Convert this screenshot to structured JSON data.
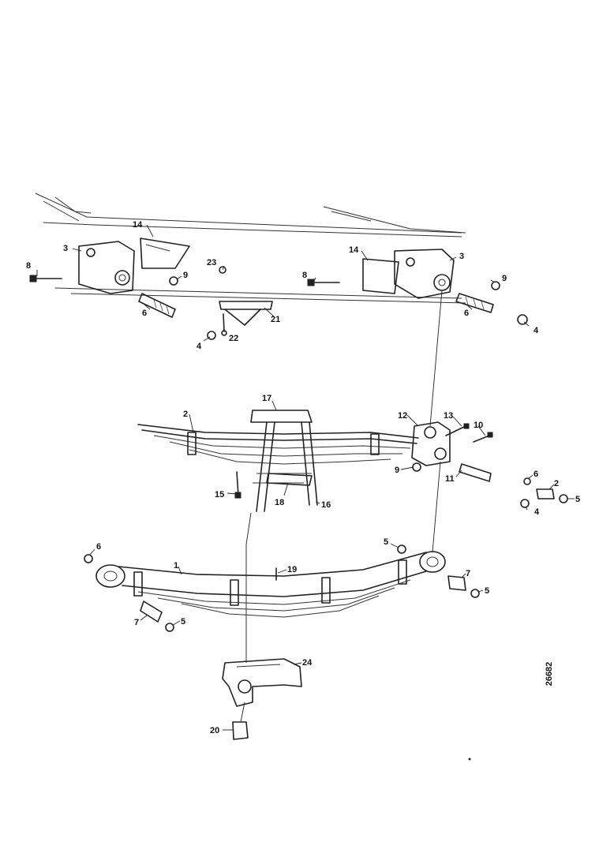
{
  "reference_code": "26682",
  "callouts": [
    {
      "id": "c-14a",
      "text": "14"
    },
    {
      "id": "c-3a",
      "text": "3"
    },
    {
      "id": "c-8a",
      "text": "8"
    },
    {
      "id": "c-9a",
      "text": "9"
    },
    {
      "id": "c-6a",
      "text": "6"
    },
    {
      "id": "c-4a",
      "text": "4"
    },
    {
      "id": "c-23",
      "text": "23"
    },
    {
      "id": "c-21",
      "text": "21"
    },
    {
      "id": "c-22",
      "text": "22"
    },
    {
      "id": "c-14b",
      "text": "14"
    },
    {
      "id": "c-3b",
      "text": "3"
    },
    {
      "id": "c-8b",
      "text": "8"
    },
    {
      "id": "c-9b",
      "text": "9"
    },
    {
      "id": "c-6b",
      "text": "6"
    },
    {
      "id": "c-4b",
      "text": "4"
    },
    {
      "id": "c-2a",
      "text": "2"
    },
    {
      "id": "c-17",
      "text": "17"
    },
    {
      "id": "c-12a",
      "text": "12"
    },
    {
      "id": "c-13",
      "text": "13"
    },
    {
      "id": "c-10",
      "text": "10"
    },
    {
      "id": "c-6c",
      "text": "6"
    },
    {
      "id": "c-2b",
      "text": "2"
    },
    {
      "id": "c-5a",
      "text": "5"
    },
    {
      "id": "c-11",
      "text": "11"
    },
    {
      "id": "c-4c",
      "text": "4"
    },
    {
      "id": "c-9c",
      "text": "9"
    },
    {
      "id": "c-15",
      "text": "15"
    },
    {
      "id": "c-18",
      "text": "18"
    },
    {
      "id": "c-16",
      "text": "16"
    },
    {
      "id": "c-6d",
      "text": "6"
    },
    {
      "id": "c-1",
      "text": "1"
    },
    {
      "id": "c-19",
      "text": "19"
    },
    {
      "id": "c-5b",
      "text": "5"
    },
    {
      "id": "c-7a",
      "text": "7"
    },
    {
      "id": "c-5c",
      "text": "5"
    },
    {
      "id": "c-7b",
      "text": "7"
    },
    {
      "id": "c-5d",
      "text": "5"
    },
    {
      "id": "c-24",
      "text": "24"
    },
    {
      "id": "c-20",
      "text": "20"
    }
  ]
}
